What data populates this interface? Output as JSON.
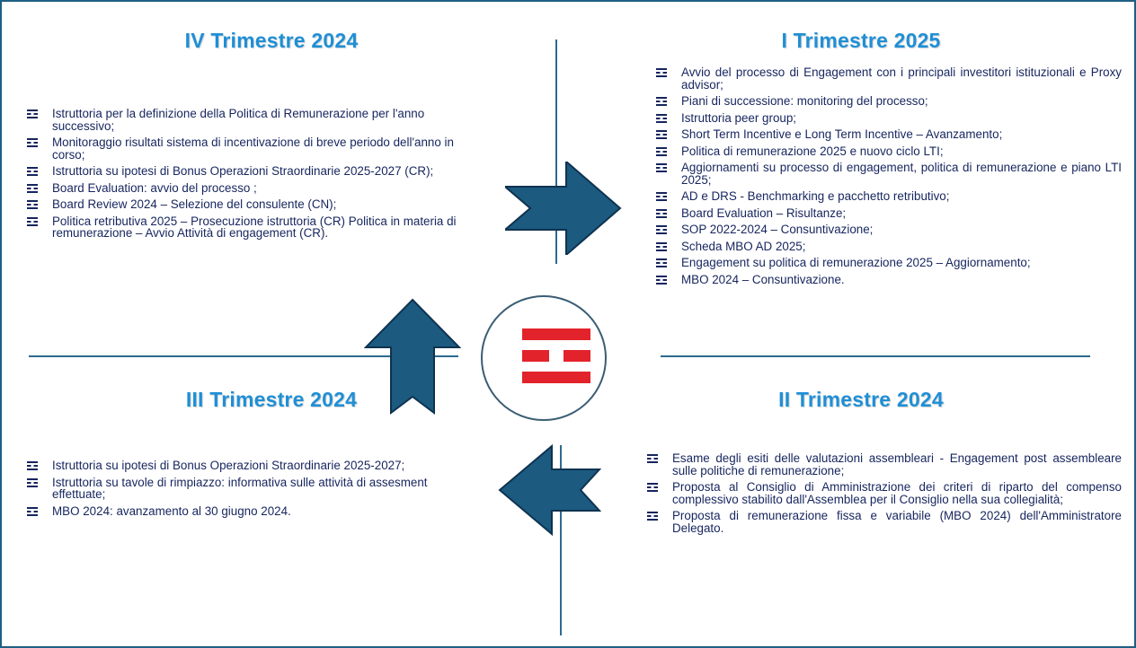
{
  "quadrants": {
    "q4_2024": {
      "title": "IV Trimestre 2024",
      "items": [
        "Istruttoria per la definizione della Politica di Remunerazione per l'anno successivo;",
        "Monitoraggio risultati sistema di incentivazione di breve periodo dell'anno in corso;",
        "Istruttoria su ipotesi di Bonus Operazioni Straordinarie 2025-2027 (CR);",
        "Board Evaluation: avvio del processo ;",
        "Board Review 2024 – Selezione del consulente (CN);",
        "Politica retributiva 2025 – Prosecuzione istruttoria (CR) Politica in materia di remunerazione – Avvio Attività di engagement (CR)."
      ]
    },
    "q1_2025": {
      "title": "I Trimestre 2025",
      "items": [
        "Avvio del processo di Engagement con i principali investitori istituzionali e Proxy advisor;",
        "Piani di successione: monitoring del processo;",
        "Istruttoria peer group;",
        "Short Term Incentive e Long Term Incentive – Avanzamento;",
        "Politica di remunerazione 2025 e nuovo ciclo LTI;",
        "Aggiornamenti su processo di engagement, politica di remunerazione e piano LTI 2025;",
        "AD  e DRS - Benchmarking e pacchetto retributivo;",
        "Board Evaluation – Risultanze;",
        "SOP 2022-2024 – Consuntivazione;",
        "Scheda MBO AD 2025;",
        "Engagement su politica di remunerazione 2025 – Aggiornamento;",
        "MBO 2024 – Consuntivazione."
      ]
    },
    "q3_2024": {
      "title": "III Trimestre 2024",
      "items": [
        "Istruttoria su ipotesi di Bonus Operazioni Straordinarie 2025-2027;",
        "Istruttoria su tavole di rimpiazzo: informativa sulle attività di assesment effettuate;",
        "MBO 2024: avanzamento al 30 giugno 2024."
      ]
    },
    "q2_2024": {
      "title": "II Trimestre 2024",
      "items": [
        "Esame degli esiti delle valutazioni assembleari - Engagement post assembleare sulle politiche di remunerazione;",
        "Proposta al Consiglio di Amministrazione dei criteri di riparto del compenso complessivo stabilito dall'Assemblea per il Consiglio nella sua collegialità;",
        "Proposta di remunerazione fissa e variabile (MBO 2024) dell'Amministratore Delegato."
      ]
    }
  },
  "colors": {
    "frame": "#1e5f86",
    "title": "#1f8fd6",
    "text": "#16255e",
    "arrow": "#1c5a80",
    "logo": "#e3232b"
  },
  "icons": {
    "bullet": "tim-logo-bullet-icon",
    "center": "tim-logo-icon",
    "flow_arrows": [
      "arrow-right-icon",
      "arrow-left-icon",
      "arrow-up-icon"
    ]
  }
}
